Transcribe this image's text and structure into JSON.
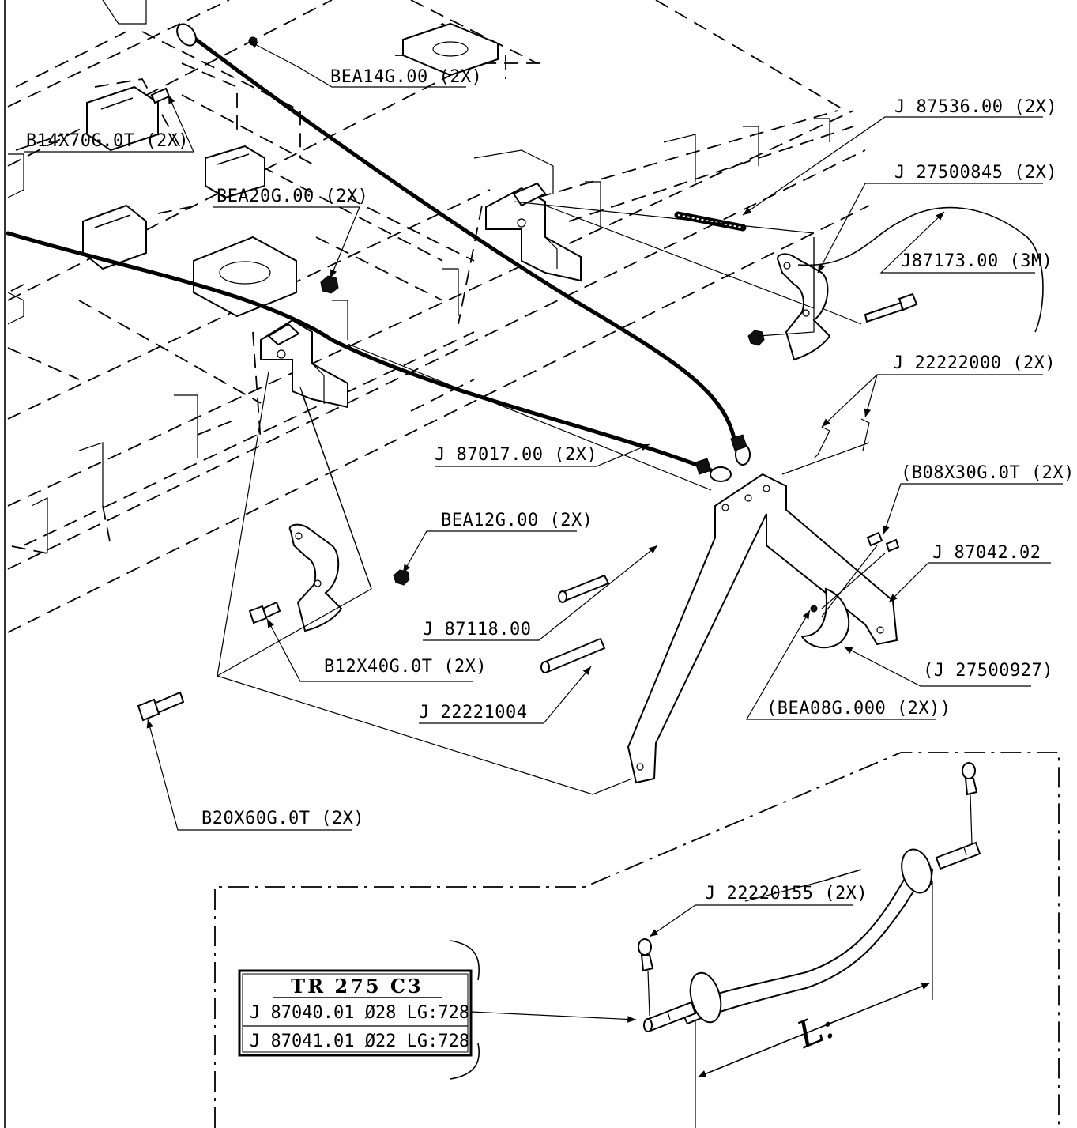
{
  "labels": {
    "bea14g": "BEA14G.00 (2X)",
    "b14x70": "B14X70G.0T (2X)",
    "bea20g": "BEA20G.00 (2X)",
    "j87536": "J 87536.00 (2X)",
    "j27500845": "J 27500845 (2X)",
    "j87173": "J87173.00 (3M)",
    "j22222000": "J 22222000 (2X)",
    "j87017": "J 87017.00 (2X)",
    "b08x30": "(B08X30G.0T (2X))",
    "bea12g": "BEA12G.00 (2X)",
    "j87042": "J 87042.02",
    "j87118": "J 87118.00",
    "b12x40": "B12X40G.0T (2X)",
    "j27500927": "(J 27500927)",
    "j22221004": "J 22221004",
    "bea08g": "(BEA08G.000 (2X))",
    "b20x60": "B20X60G.0T (2X)",
    "j22220155": "J 22220155 (2X)"
  },
  "table": {
    "title": "TR 275 C3",
    "rows": [
      "J 87040.01 Ø28 LG:728",
      "J 87041.01 Ø22 LG:728"
    ]
  },
  "dimension": {
    "label": "L:"
  }
}
